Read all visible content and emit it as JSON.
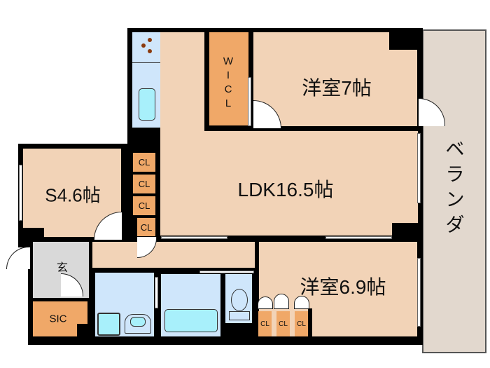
{
  "floorplan": {
    "rooms": {
      "western_7": {
        "label": "洋室7帖"
      },
      "ldk": {
        "label": "LDK16.5帖"
      },
      "service_room": {
        "label": "S4.6帖"
      },
      "western_69": {
        "label": "洋室6.9帖"
      },
      "walk_in_closet": {
        "label": "W\nI\nC\nL",
        "letters": [
          "W",
          "I",
          "C",
          "L"
        ]
      },
      "entrance": {
        "label": "玄"
      },
      "shoe_closet": {
        "label": "SIC"
      },
      "veranda": {
        "label": "ベランダ",
        "letters": [
          "ベ",
          "ラ",
          "ン",
          "ダ"
        ]
      }
    },
    "closets": {
      "s_room": [
        "CL",
        "CL",
        "CL",
        "CL"
      ],
      "western_69": [
        "CL",
        "CL",
        "CL"
      ]
    },
    "colors": {
      "room": "#f2d3b7",
      "closet": "#f0a868",
      "wet_area": "#cfe6fb",
      "fixture": "#a8f0fb",
      "entrance": "#d9d9d9",
      "veranda": "#e2d8ce",
      "wall": "#000000"
    }
  }
}
